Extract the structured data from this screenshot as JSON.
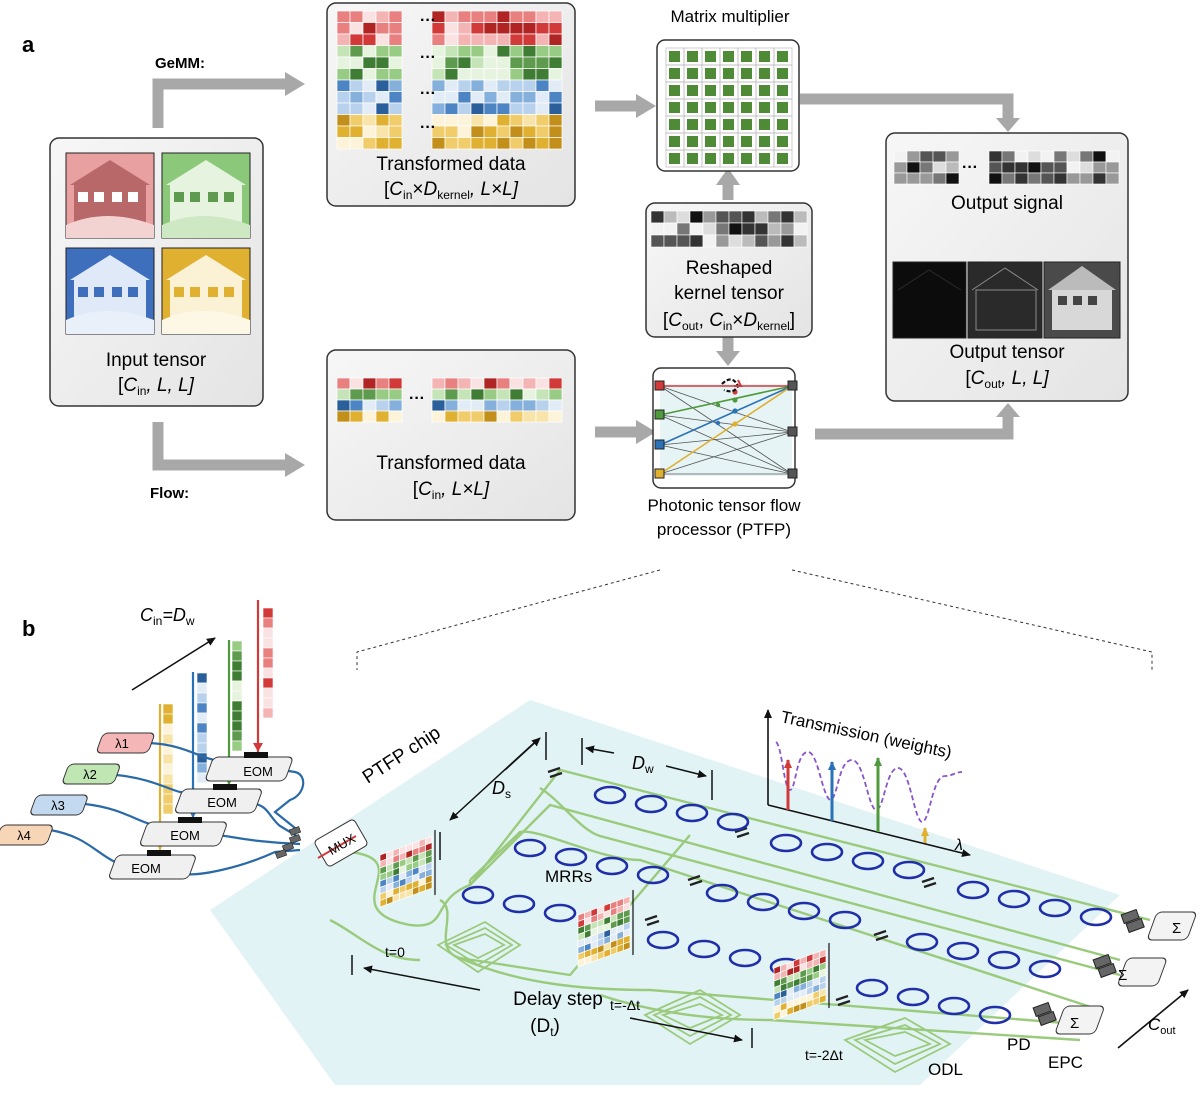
{
  "panel_a": {
    "label": "a",
    "gemm_label": "GeMM:",
    "flow_label": "Flow:",
    "input": {
      "title": "Input tensor",
      "dims": {
        "c": "C",
        "c_sub": "in",
        "rest": ", L, L]"
      }
    },
    "transformed_top": {
      "title": "Transformed data",
      "dims": {
        "c": "C",
        "c_sub": "in",
        "x": "×",
        "d": "D",
        "d_sub": "kernel",
        "rest": ", L×L]"
      }
    },
    "matrix_multiplier": {
      "title": "Matrix multiplier"
    },
    "kernel": {
      "title1": "Reshaped",
      "title2": "kernel tensor",
      "dims": {
        "c": "C",
        "c_sub": "out",
        "sep": ",  ",
        "c2": "C",
        "c2_sub": "in",
        "x": "×",
        "d": "D",
        "d_sub": "kernel"
      }
    },
    "transformed_bottom": {
      "title": "Transformed data",
      "dims": {
        "c": "C",
        "c_sub": "in",
        "rest": ", L×L]"
      }
    },
    "ptfp": {
      "title1": "Photonic tensor flow",
      "title2": "processor (PTFP)"
    },
    "output_signal": {
      "title": "Output signal"
    },
    "output_tensor": {
      "title": "Output tensor",
      "dims": {
        "c": "C",
        "c_sub": "out",
        "rest": ", L, L]"
      }
    },
    "ellipsis": "···"
  },
  "panel_b": {
    "label": "b",
    "cin_eq": {
      "c": "C",
      "c_sub": "in",
      "eq": "=D",
      "d_sub": "w"
    },
    "lasers": [
      "λ1",
      "λ2",
      "λ3",
      "λ4"
    ],
    "eom": "EOM",
    "mux": "MUX",
    "chip": "PTFP chip",
    "ds": {
      "d": "D",
      "sub": "s"
    },
    "dw": {
      "d": "D",
      "sub": "w"
    },
    "mrrs": "MRRs",
    "transmission": "Transmission (weights)",
    "lambda": "λ",
    "t0": "t=0",
    "t1": "t=-Δt",
    "t2": "t=-2Δt",
    "delay1": "Delay step",
    "delay2": {
      "open": "(D",
      "sub": "t",
      "close": ")"
    },
    "odl": "ODL",
    "pd": "PD",
    "epc": "EPC",
    "cout": {
      "c": "C",
      "sub": "out"
    },
    "sigma": "Σ"
  },
  "colors": {
    "red": "#d23a3a",
    "green": "#4f9a3c",
    "blue": "#2a72b8",
    "yellow": "#e0b030",
    "chip": "#e2f3f6",
    "waveguide": "#9acb7c",
    "ring": "#1f2fa8",
    "arrow": "#a8a8a8",
    "purple": "#8a55c8"
  }
}
